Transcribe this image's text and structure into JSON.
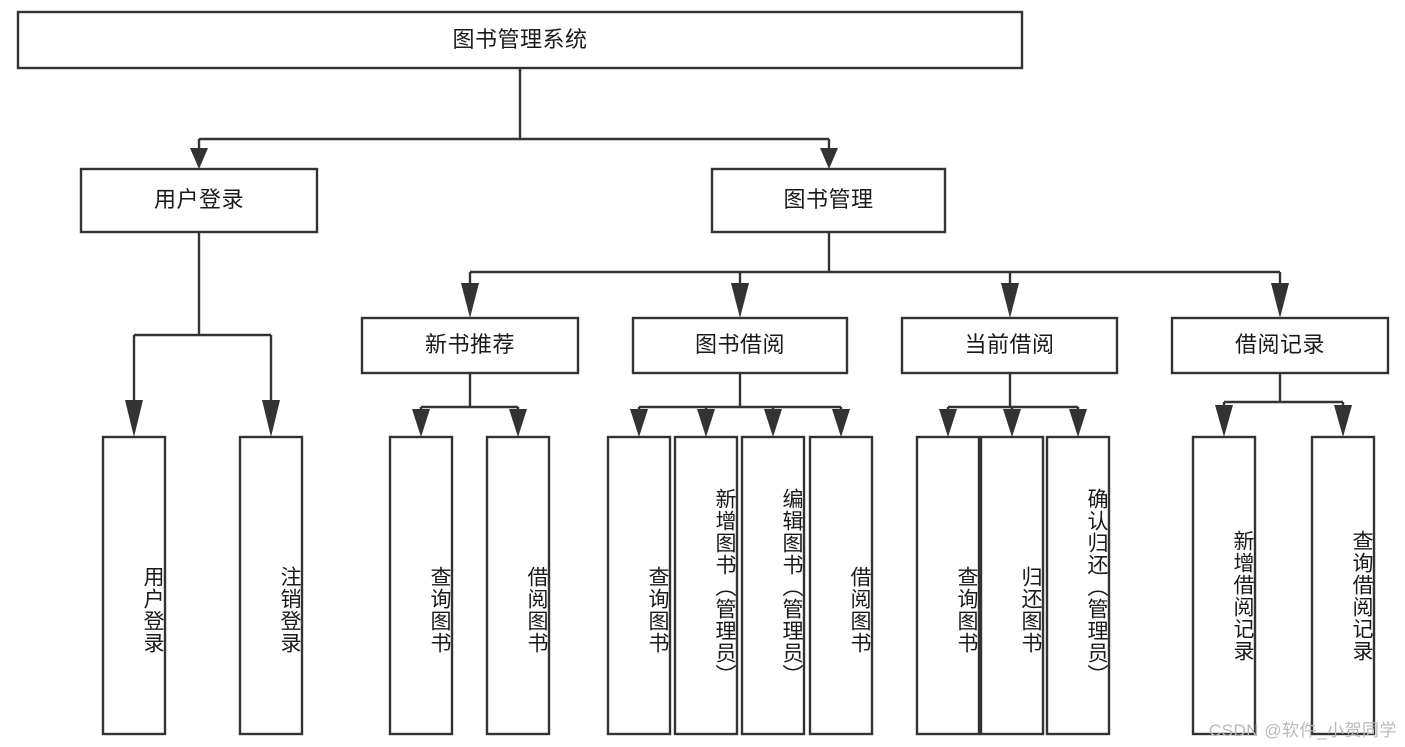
{
  "diagram": {
    "type": "tree-hierarchy-chart",
    "title": "图书管理系统",
    "watermark": "CSDN @软件_小贺同学",
    "colors": {
      "box_stroke": "#333333",
      "box_fill": "#ffffff",
      "text": "#1a1a1a",
      "connector": "#333333",
      "watermark": "#b9b9b9",
      "background": "#ffffff"
    },
    "nodes": {
      "root": {
        "label": "图书管理系统",
        "orientation": "horizontal"
      },
      "level2": [
        {
          "label": "用户登录",
          "orientation": "horizontal"
        },
        {
          "label": "图书管理",
          "orientation": "horizontal"
        }
      ],
      "level3": [
        {
          "label": "新书推荐",
          "orientation": "horizontal"
        },
        {
          "label": "图书借阅",
          "orientation": "horizontal"
        },
        {
          "label": "当前借阅",
          "orientation": "horizontal"
        },
        {
          "label": "借阅记录",
          "orientation": "horizontal"
        }
      ],
      "leaves": {
        "user_login": [
          {
            "label": "用户登录",
            "orientation": "vertical"
          },
          {
            "label": "注销登录",
            "orientation": "vertical"
          }
        ],
        "new_book_recommend": [
          {
            "label": "查询图书",
            "orientation": "vertical"
          },
          {
            "label": "借阅图书",
            "orientation": "vertical"
          }
        ],
        "book_borrow": [
          {
            "label": "查询图书",
            "orientation": "vertical"
          },
          {
            "label": "新增图书（管理员）",
            "orientation": "vertical"
          },
          {
            "label": "编辑图书（管理员）",
            "orientation": "vertical"
          },
          {
            "label": "借阅图书",
            "orientation": "vertical"
          }
        ],
        "current_borrow": [
          {
            "label": "查询图书",
            "orientation": "vertical"
          },
          {
            "label": "归还图书",
            "orientation": "vertical"
          },
          {
            "label": "确认归还（管理员）",
            "orientation": "vertical"
          }
        ],
        "borrow_record": [
          {
            "label": "新增借阅记录",
            "orientation": "vertical"
          },
          {
            "label": "查询借阅记录",
            "orientation": "vertical"
          }
        ]
      }
    }
  }
}
